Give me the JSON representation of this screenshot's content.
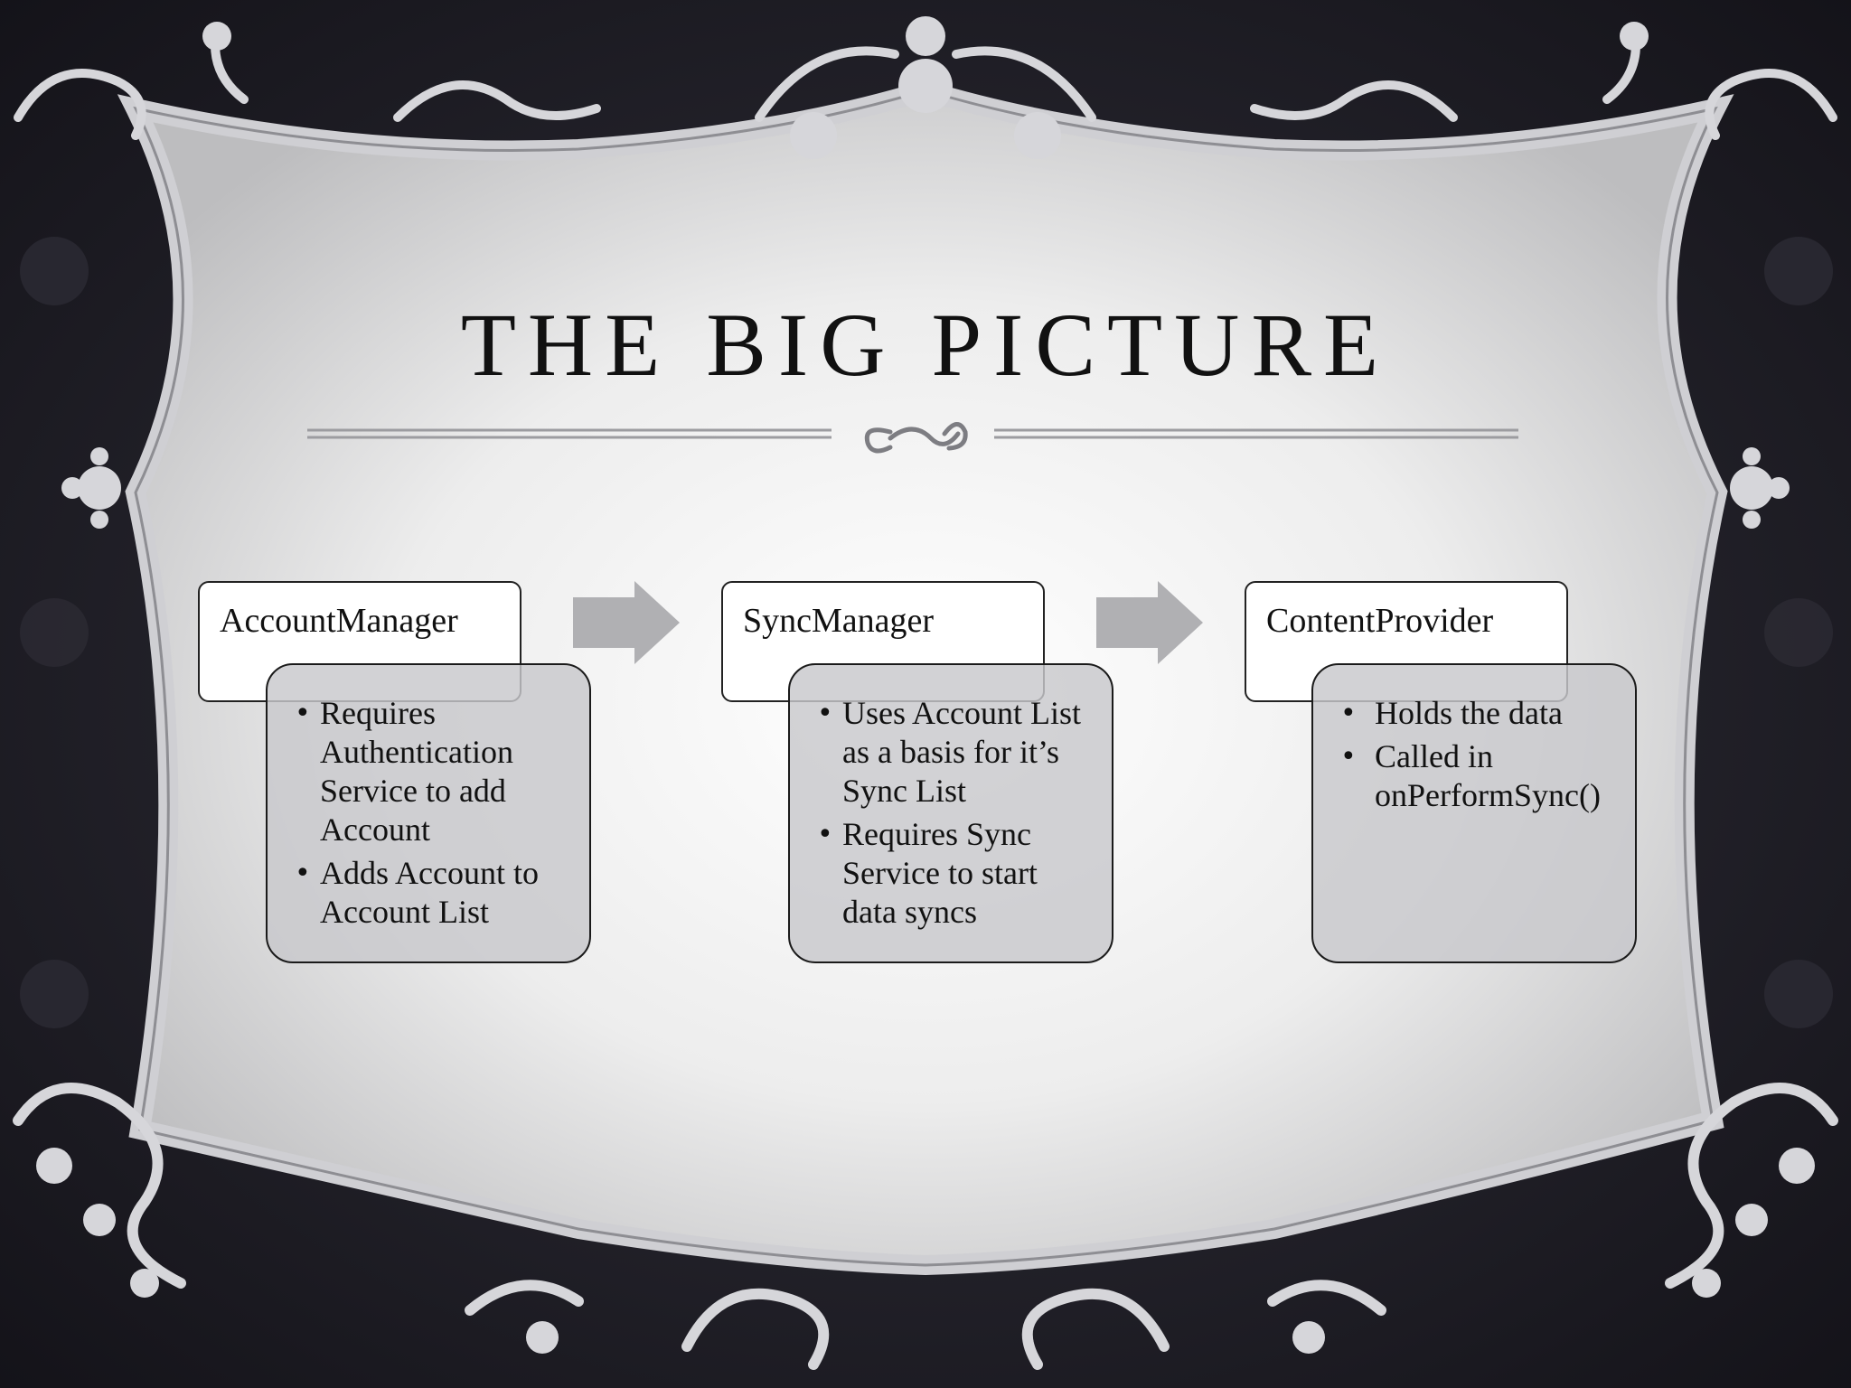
{
  "slide": {
    "title": "THE BIG PICTURE"
  },
  "colors": {
    "background": "#1d1c24",
    "panel": "#f4f4f4",
    "frame": "#c8c8cc",
    "box_header": "#ffffff",
    "box_body": "#c8c8cc",
    "arrow": "#b0b0b3",
    "text": "#111111"
  },
  "diagram": {
    "components": [
      {
        "name": "AccountManager",
        "bullets": [
          "Requires Authentication Service to add Account",
          "Adds Account to Account List"
        ]
      },
      {
        "name": "SyncManager",
        "bullets": [
          "Uses Account List as a basis for it’s Sync List",
          "Requires Sync Service to start data syncs"
        ]
      },
      {
        "name": "ContentProvider",
        "bullets": [
          "Holds the data",
          "Called in onPerformSync()"
        ]
      }
    ],
    "flow": "left-to-right",
    "connectors": [
      "right-arrow-icon",
      "right-arrow-icon"
    ]
  }
}
